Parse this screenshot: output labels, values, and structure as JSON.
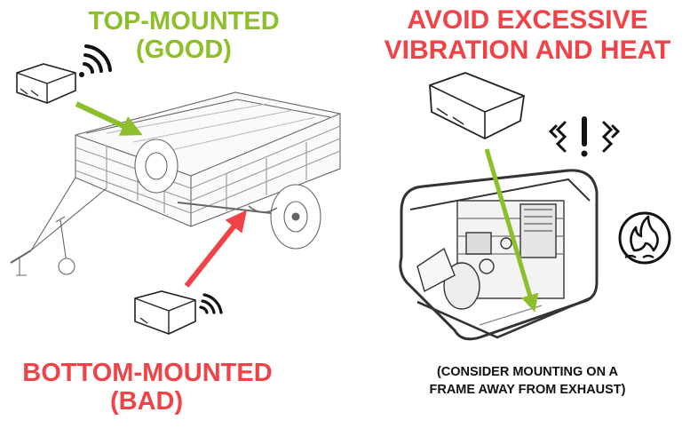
{
  "left_panel": {
    "top_label_line1": "TOP-MOUNTED",
    "top_label_line2": "(GOOD)",
    "bottom_label_line1": "BOTTOM-MOUNTED",
    "bottom_label_line2": "(BAD)"
  },
  "right_panel": {
    "heading_line1": "AVOID EXCESSIVE",
    "heading_line2": "VIBRATION AND HEAT",
    "note_line1": "(CONSIDER MOUNTING ON A",
    "note_line2": "FRAME AWAY FROM EXHAUST)"
  },
  "icons": [
    "device-icon",
    "wireless-signal-icon",
    "vibration-warning-icon",
    "heat-fire-icon"
  ],
  "colors": {
    "good": "#8cbf2a",
    "bad": "#ef4348",
    "text": "#111111"
  }
}
